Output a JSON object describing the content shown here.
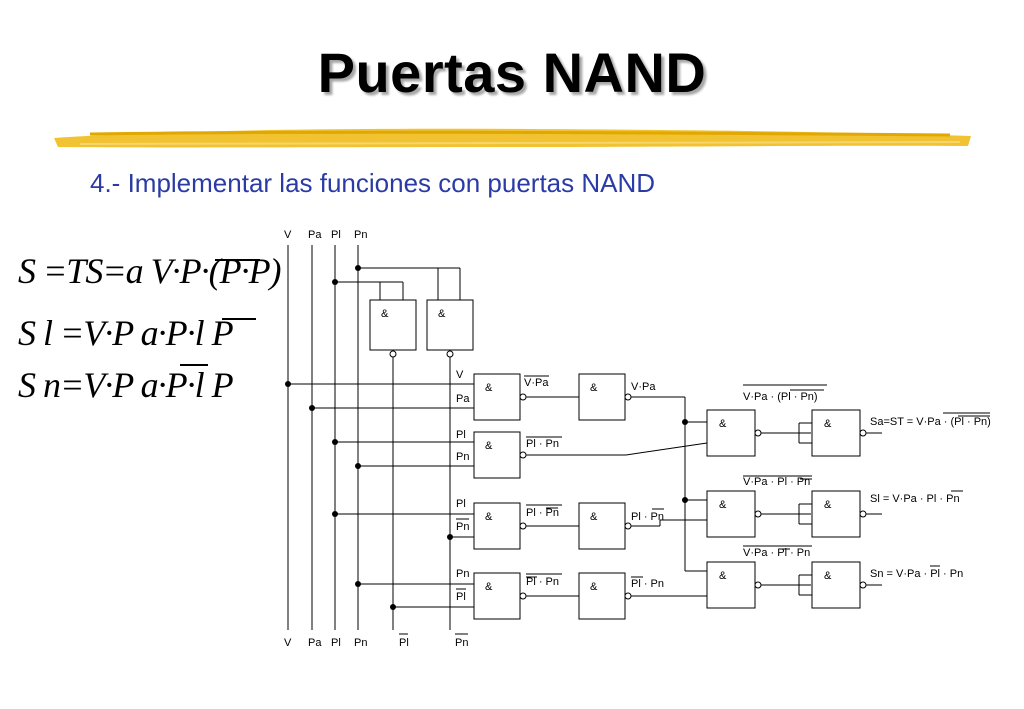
{
  "slide": {
    "title": "Puertas NAND",
    "subtitle": "4.- Implementar las funciones con puertas NAND"
  },
  "equations": [
    "S =TS=a V·P·(P·P)",
    "S l =V·P a·P·l P",
    "S n=V·P a·P·l P"
  ],
  "circuit": {
    "top_inputs": [
      "V",
      "Pa",
      "Pl",
      "Pn"
    ],
    "bottom_labels": [
      "V",
      "Pa",
      "Pl",
      "Pn",
      "Pl",
      "Pn"
    ],
    "gate_symbol": "&",
    "gate_input_labels": [
      "V",
      "Pa",
      "Pl",
      "Pn",
      "Pl",
      "Pn",
      "Pn",
      "Pl"
    ],
    "wire_labels": [
      "V·Pa",
      "V·Pa",
      "Pl · Pn",
      "Pl · Pn",
      "Pl · Pn",
      "Pl · Pn",
      "Pl · Pn"
    ],
    "intermediate_labels": [
      "V·Pa · (Pl · Pn)",
      "V·Pa · Pl · Pn",
      "V·Pa · Pl · Pn"
    ],
    "outputs": [
      "Sa=ST = V·Pa · (Pl · Pn)",
      "Sl = V·Pa · Pl · Pn",
      "Sn = V·Pa · Pl · Pn"
    ]
  }
}
